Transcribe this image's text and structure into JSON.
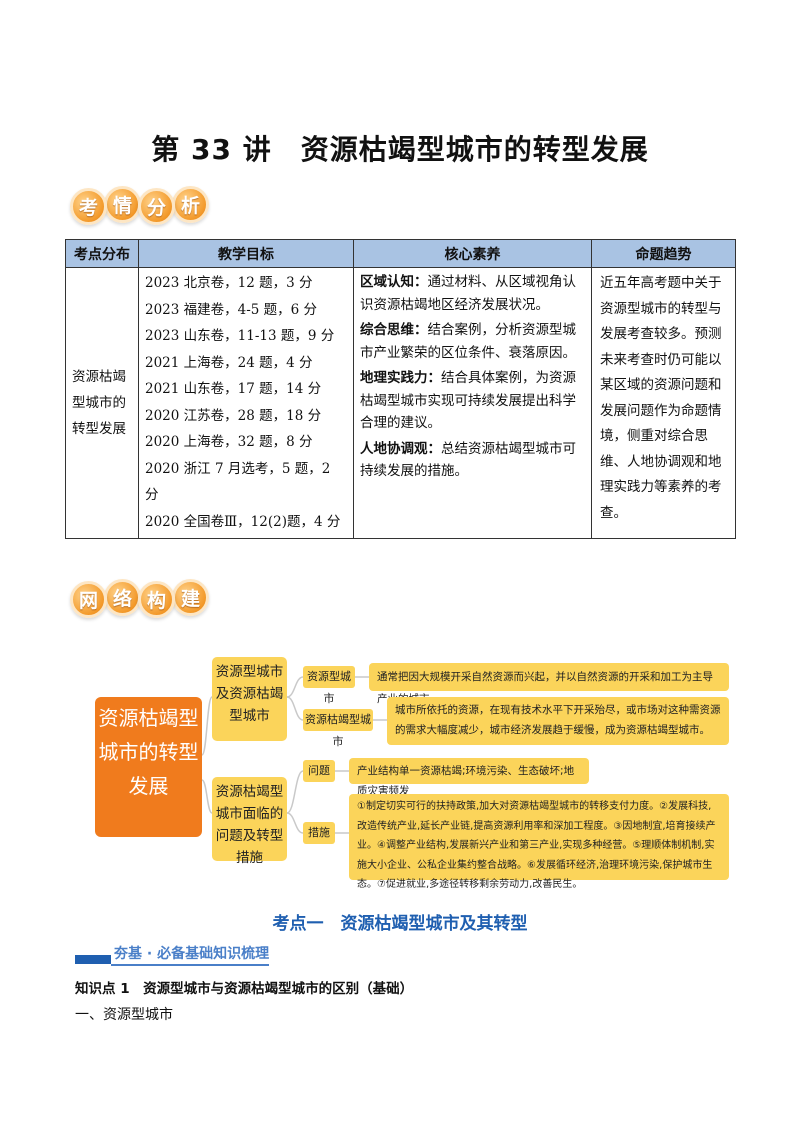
{
  "title": "第 33 讲　资源枯竭型城市的转型发展",
  "badge1": [
    "考",
    "情",
    "分",
    "析"
  ],
  "badge2": [
    "网",
    "络",
    "构",
    "建"
  ],
  "table": {
    "headers": [
      "考点分布",
      "教学目标",
      "核心素养",
      "命题趋势"
    ],
    "topic": "资源枯竭型城市的转型发展",
    "exams": [
      "2023 北京卷，12 题，3 分",
      "2023 福建卷，4-5 题，6 分",
      "2023 山东卷，11-13 题，9 分",
      "2021 上海卷，24 题，4 分",
      "2021 山东卷，17 题，14 分",
      "2020 江苏卷，28 题，18 分",
      "2020 上海卷，32 题，8 分",
      "2020 浙江 7 月选考，5 题，2 分",
      "2020 全国卷Ⅲ，12(2)题，4 分"
    ],
    "literacy": [
      {
        "label": "区域认知：",
        "text": "通过材料、从区域视角认识资源枯竭地区经济发展状况。"
      },
      {
        "label": "综合思维：",
        "text": "结合案例，分析资源型城市产业繁荣的区位条件、衰落原因。"
      },
      {
        "label": "地理实践力：",
        "text": "结合具体案例，为资源枯竭型城市实现可持续发展提出科学合理的建议。"
      },
      {
        "label": "人地协调观：",
        "text": "总结资源枯竭型城市可持续发展的措施。"
      }
    ],
    "trend": "近五年高考题中关于资源型城市的转型与发展考查较多。预测未来考查时仍可能以某区域的资源问题和发展问题作为命题情境，侧重对综合思维、人地协调观和地理实践力等素养的考查。"
  },
  "mindmap": {
    "root": "资源枯竭型城市的转型发展",
    "branch1": "资源型城市及资源枯竭型城市",
    "branch2": "资源枯竭型城市面临的问题及转型措施",
    "node_resource_city": "资源型城市",
    "node_depleted_city": "资源枯竭型城市",
    "node_problem": "问题",
    "node_measure": "措施",
    "leaf_resource_city": "通常把因大规模开采自然资源而兴起，并以自然资源的开采和加工为主导产业的城市。",
    "leaf_depleted_city": "城市所依托的资源，在现有技术水平下开采殆尽，或市场对这种需资源的需求大幅度减少，城市经济发展趋于缓慢，成为资源枯竭型城市。",
    "leaf_problem": "产业结构单一资源枯竭;环境污染、生态破坏;地质灾害频发",
    "leaf_measure": "①制定切实可行的扶持政策,加大对资源枯竭型城市的转移支付力度。②发展科技,改造传统产业,延长产业链,提高资源利用率和深加工程度。③因地制宜,培育接续产业。④调整产业结构,发展新兴产业和第三产业,实现多种经营。⑤理顺体制机制,实施大小企业、公私企业集约整合战略。⑥发展循环经济,治理环境污染,保护城市生态。⑦促进就业,多途径转移剩余劳动力,改善民生。"
  },
  "section_title": "考点一　资源枯竭型城市及其转型",
  "sub_banner": "夯基 · 必备基础知识梳理",
  "knowledge_point": "知识点 1　资源型城市与资源枯竭型城市的区别（基础）",
  "subheading": "一、资源型城市",
  "colors": {
    "accent_orange": "#f07b1d",
    "node_yellow": "#fbd45a",
    "header_blue": "#a9c3e3",
    "section_blue": "#1f5fb0"
  }
}
